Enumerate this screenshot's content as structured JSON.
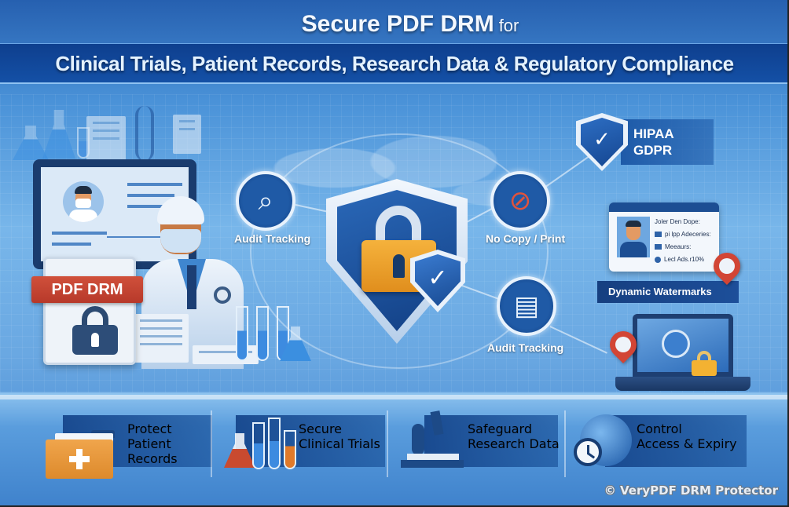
{
  "header": {
    "title": "Secure PDF DRM",
    "title_suffix": "for",
    "subtitle": "Clinical Trials, Patient Records, Research Data & Regulatory Compliance"
  },
  "illustration": {
    "pdf_badge": "PDF DRM",
    "center_shield_check": "✓",
    "features": [
      {
        "label": "Audit Tracking",
        "icon": "fingerprint-search-icon",
        "glyph": "⌕"
      },
      {
        "label": "No Copy / Print",
        "icon": "no-copy-print-icon",
        "glyph": "⊘"
      },
      {
        "label": "Audit Tracking",
        "icon": "printer-document-icon",
        "glyph": "▤"
      }
    ],
    "compliance": {
      "icon": "compliance-shield-icon",
      "glyph": "✓",
      "lines": [
        "HIPAA",
        "GDPR"
      ]
    },
    "id_card": {
      "lines": [
        "Joler Den Dope:",
        "pi lpp Adeceries:",
        "Meeaurs:",
        "Lecl Ads.r10%"
      ]
    },
    "watermark_label": "Dynamic Watermarks"
  },
  "bottom_features": [
    {
      "line1": "Protect",
      "line2": "Patient",
      "line3": "Records",
      "icon": "medical-folder-icon"
    },
    {
      "line1": "Secure",
      "line2": "Clinical Trials",
      "icon": "test-tubes-icon"
    },
    {
      "line1": "Safeguard",
      "line2": "Research Data",
      "icon": "microscope-icon"
    },
    {
      "line1": "Control",
      "line2": "Access & Expiry",
      "icon": "globe-clock-icon"
    }
  ],
  "footer": {
    "copyright": "© VeryPDF DRM Protector"
  },
  "colors": {
    "title_band": "#1450a6",
    "accent_red": "#d24535",
    "accent_orange": "#f0a54c",
    "shield_blue": "#123f84"
  }
}
